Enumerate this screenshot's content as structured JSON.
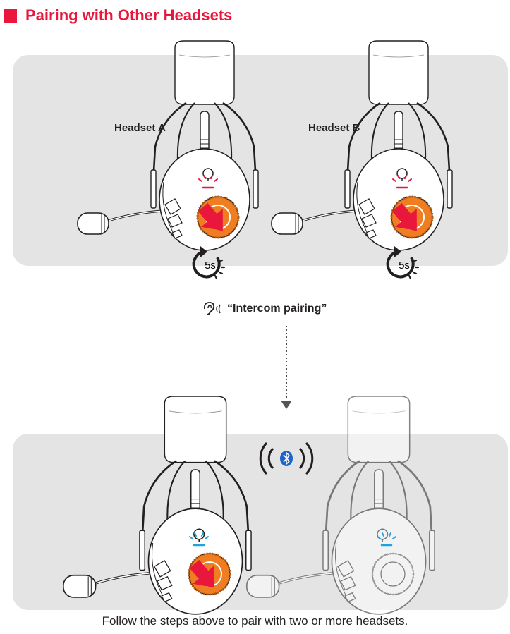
{
  "title": "Pairing with Other Headsets",
  "colors": {
    "accent_red": "#e8173b",
    "panel_gray": "#e4e4e4",
    "button_orange": "#ef7d22",
    "press_arrow": "#e8173b",
    "led_red": "#e8173b",
    "led_blue": "#1fa3e0",
    "bluetooth_blue": "#1e63c9"
  },
  "step1": {
    "headset_a_label": "Headset A",
    "headset_b_label": "Headset B",
    "hold_duration": "5s",
    "hold_icon": "clockwise-hold-timer-icon",
    "led_state": "red-flashing"
  },
  "voice_prompt": {
    "icon": "ear-sound-icon",
    "text": "“Intercom pairing”"
  },
  "step2": {
    "connection_icon": "bluetooth-signal-icon",
    "left_headset": "button-pressed",
    "right_headset": "button-idle",
    "led_state": "blue-flashing"
  },
  "caption": "Follow the steps above to pair with two or more headsets."
}
